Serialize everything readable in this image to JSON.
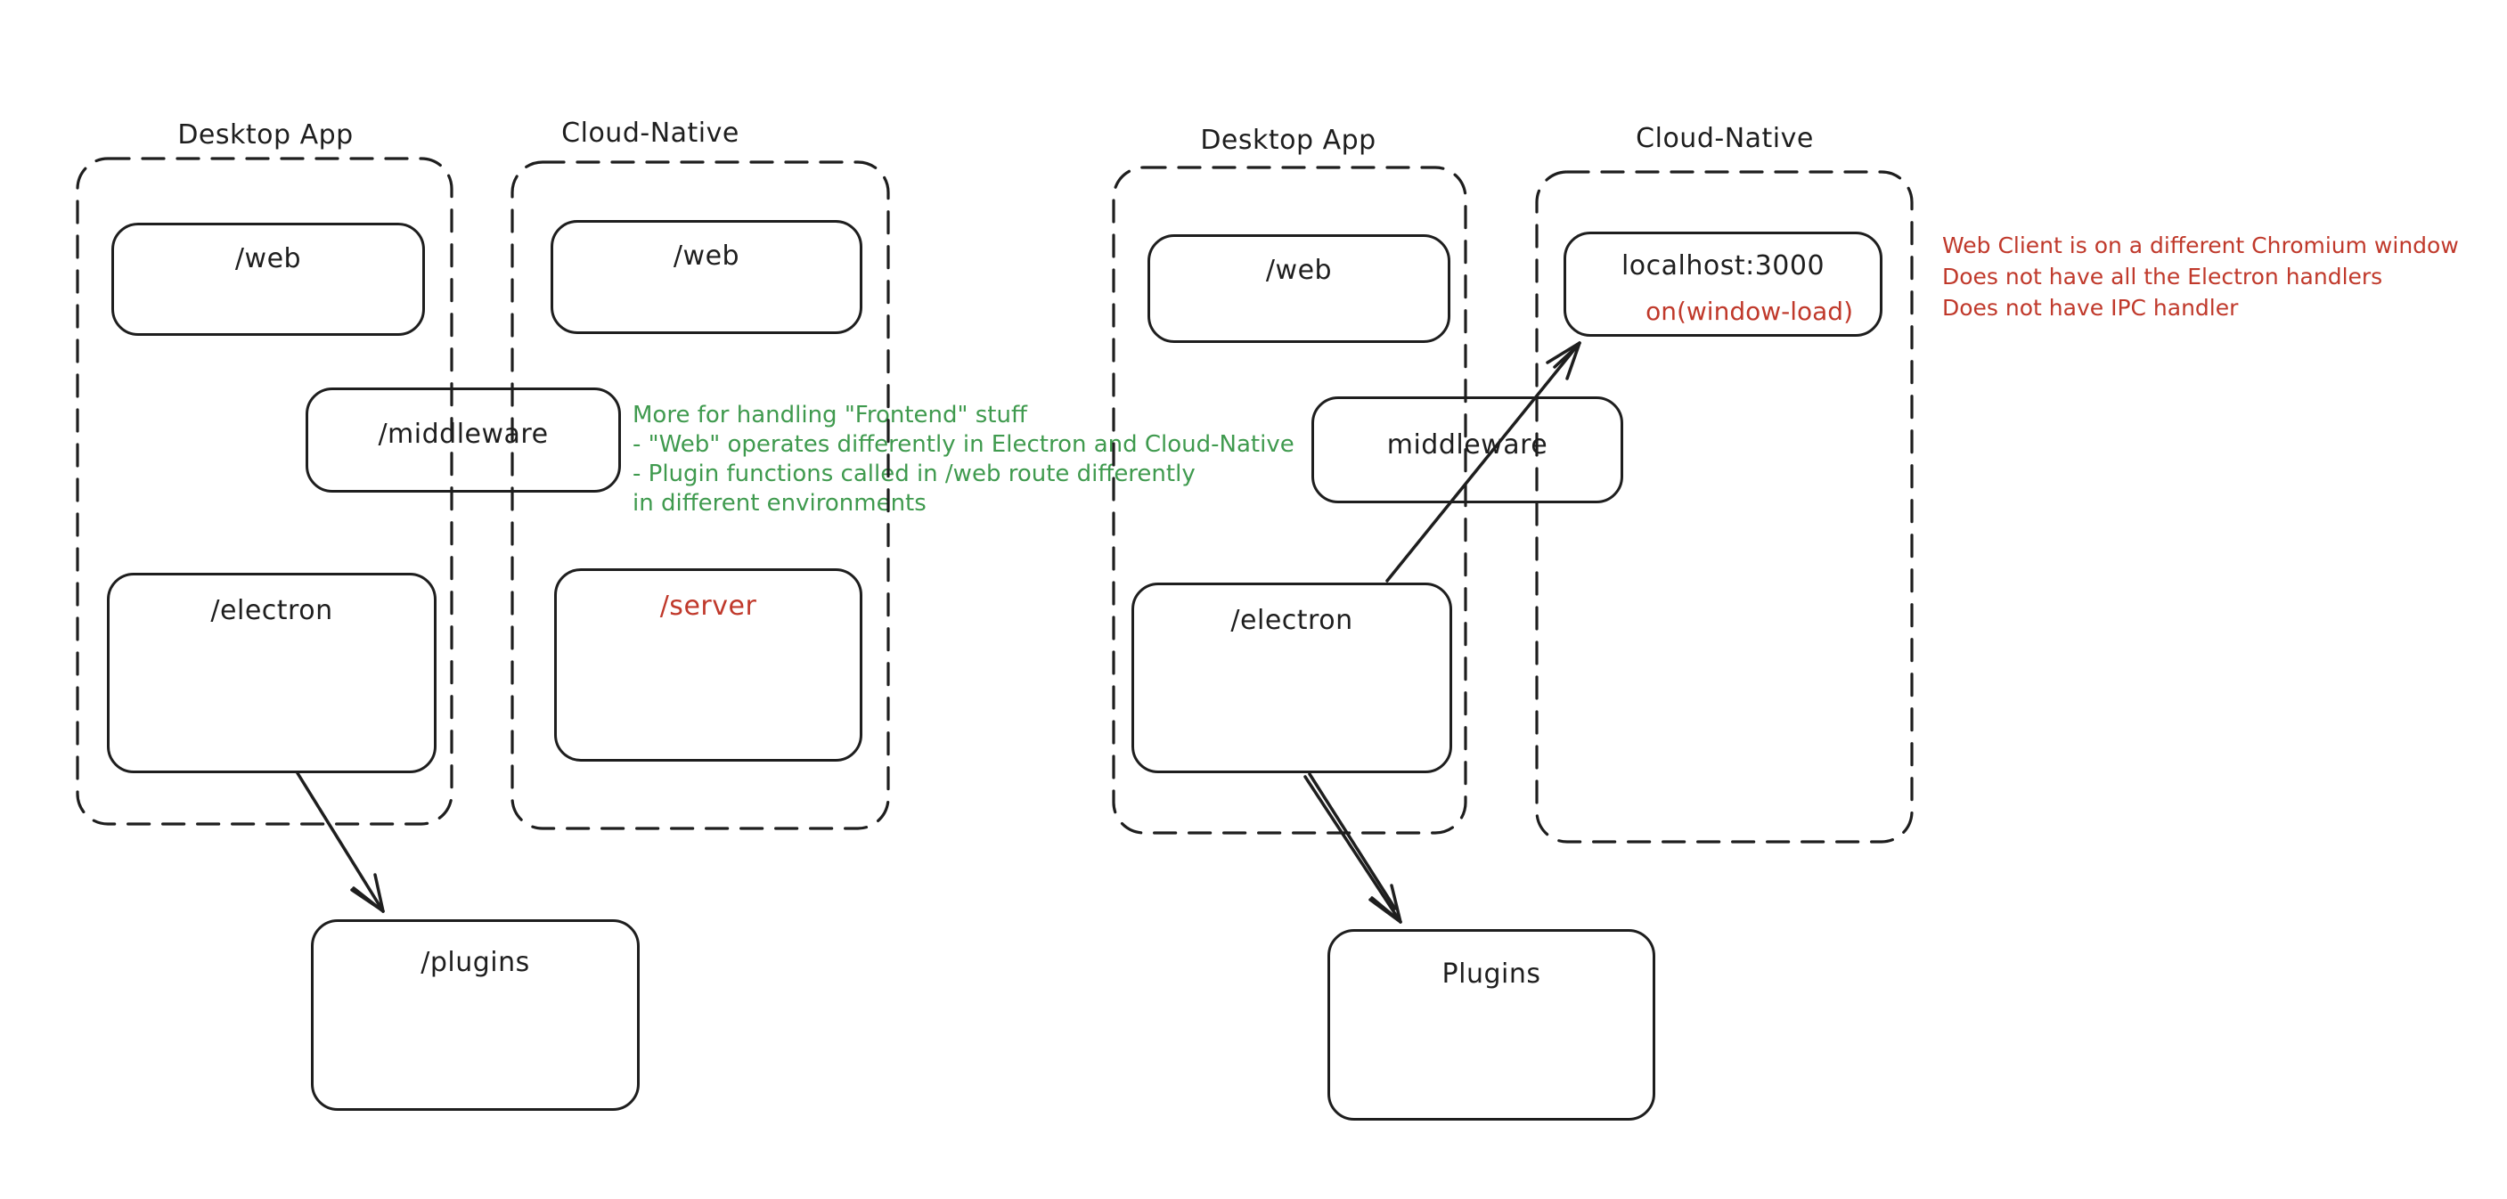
{
  "palette": {
    "background": "#ffffff",
    "ink": "#1e1e1e",
    "red": "#c0392b",
    "green": "#3f9a4e"
  },
  "left_diagram": {
    "desktop": {
      "title": "Desktop App",
      "boxes": {
        "web": "/web",
        "electron": "/electron"
      }
    },
    "cloud": {
      "title": "Cloud-Native",
      "boxes": {
        "web": "/web",
        "server": "/server"
      }
    },
    "middleware_label": "/middleware",
    "plugins_label": "/plugins"
  },
  "right_diagram": {
    "desktop": {
      "title": "Desktop App",
      "boxes": {
        "web": "/web",
        "electron": "/electron"
      }
    },
    "cloud": {
      "title": "Cloud-Native",
      "boxes": {
        "localhost": "localhost:3000",
        "onload": "on(window-load)"
      }
    },
    "middleware_label": "middleware",
    "plugins_label": "Plugins"
  },
  "green_note": {
    "color": "#3f9a4e",
    "lines": [
      "More for handling \"Frontend\" stuff",
      "- \"Web\" operates differently in Electron and Cloud-Native",
      "- Plugin functions called in /web route differently",
      "in different environments"
    ]
  },
  "red_note": {
    "color": "#c0392b",
    "lines": [
      "Web Client is on a different Chromium window",
      "Does not have all the Electron handlers",
      "Does not have IPC handler"
    ]
  }
}
